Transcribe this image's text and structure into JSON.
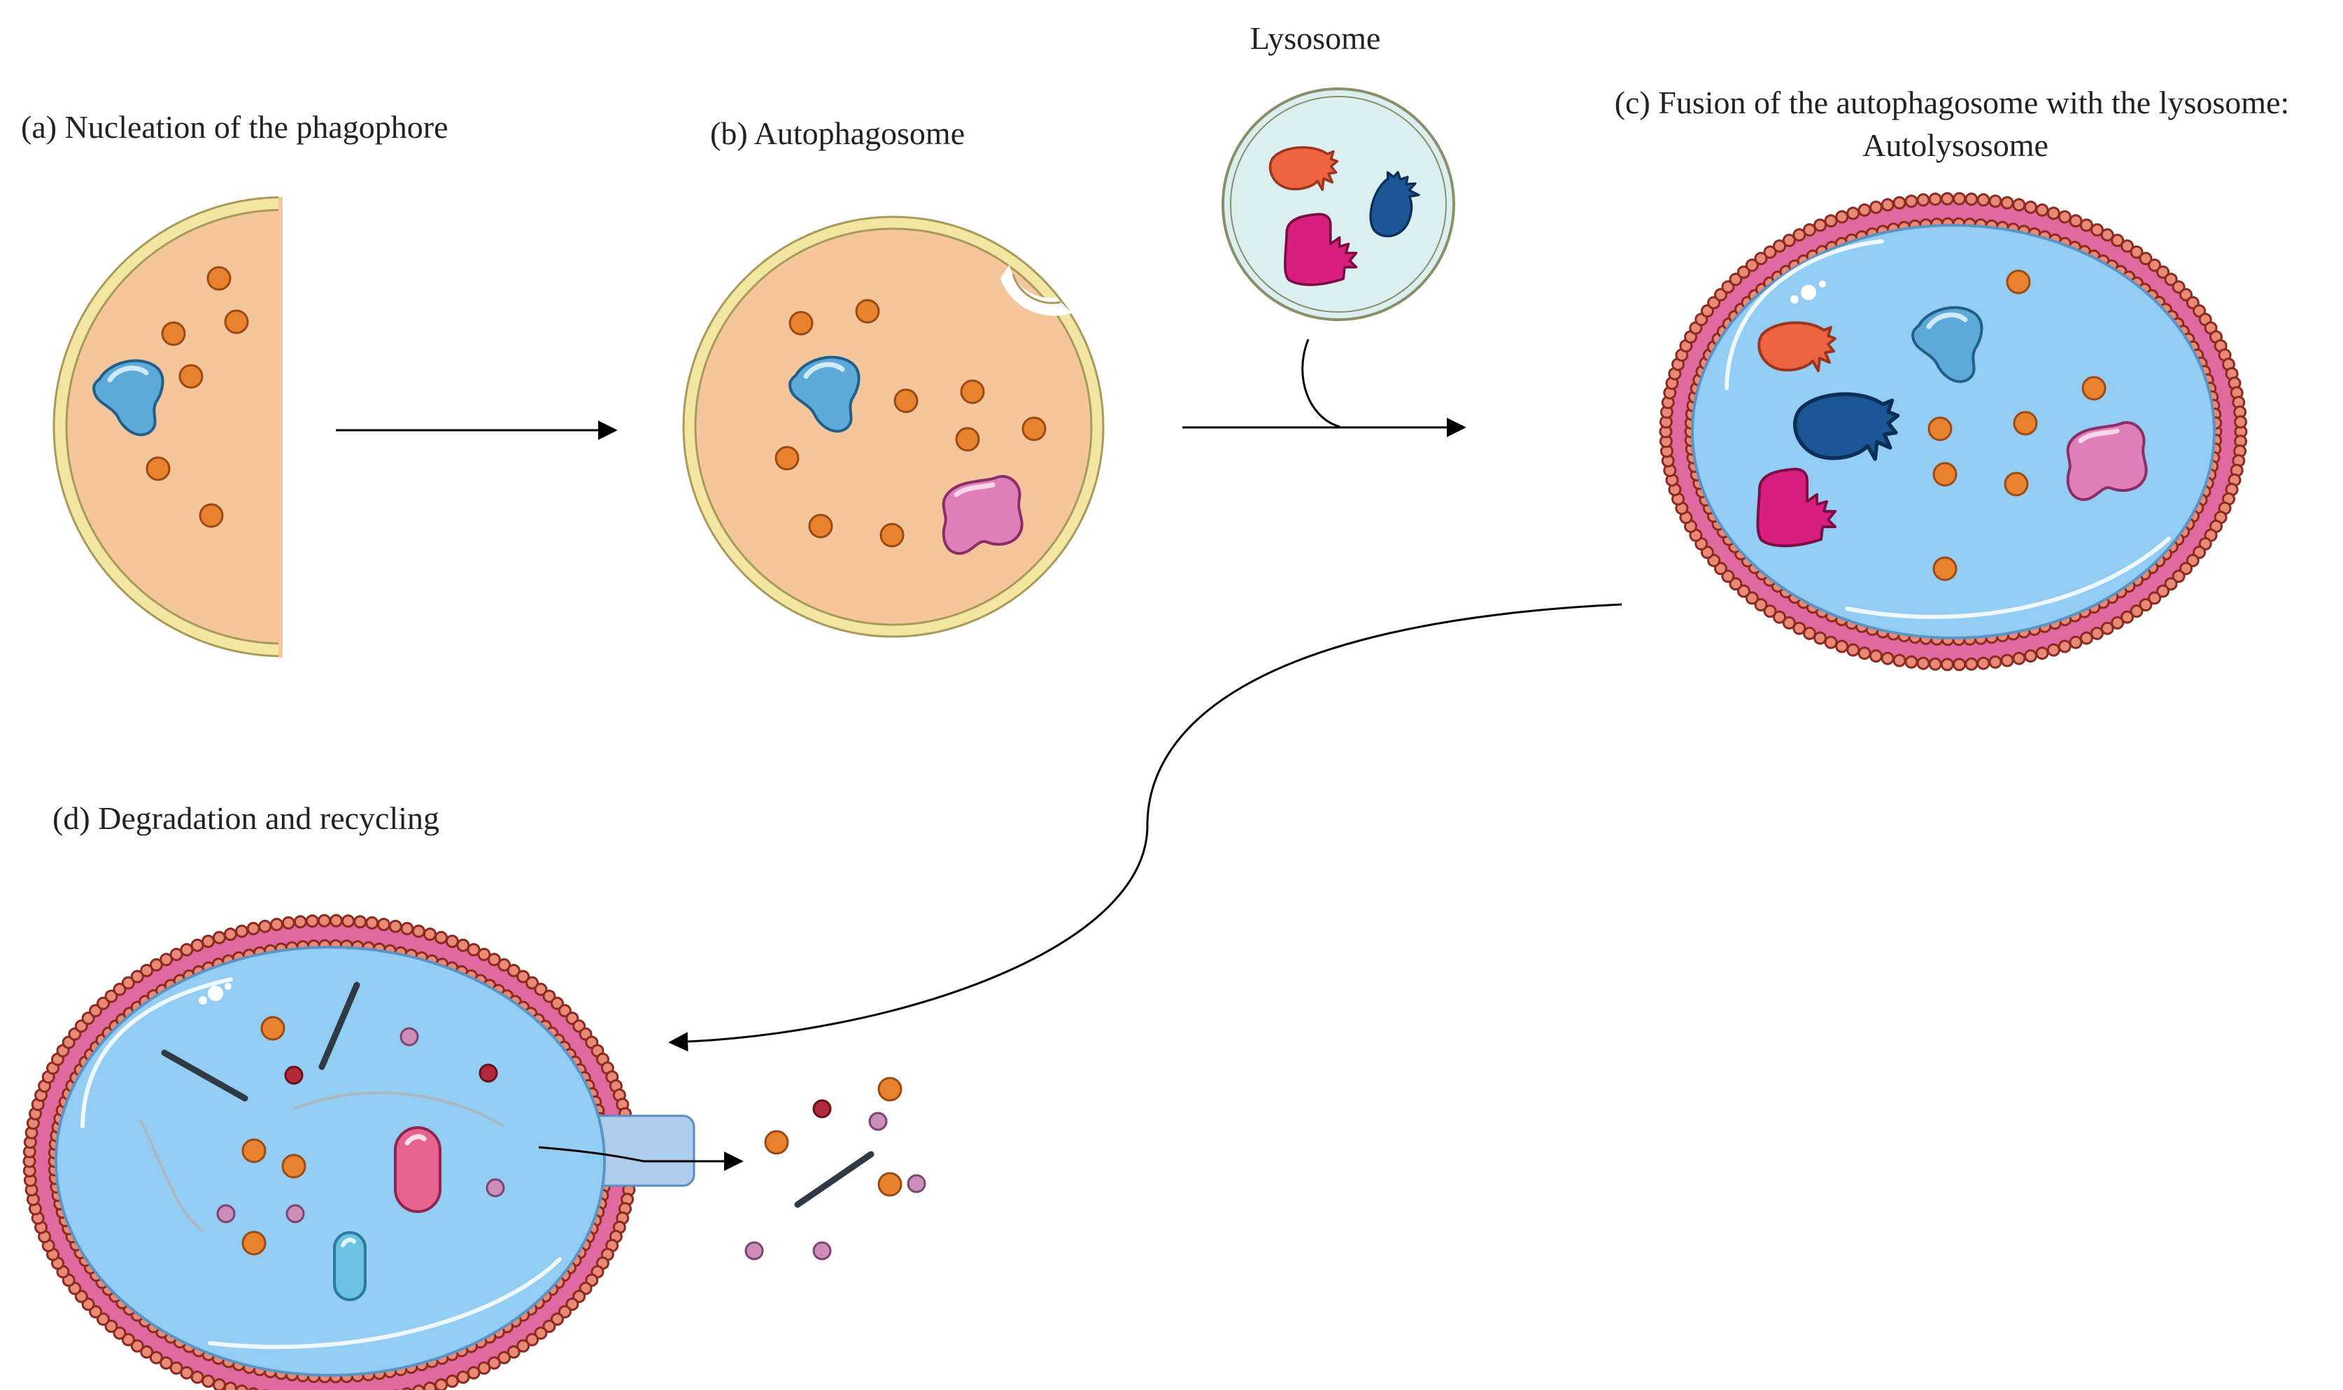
{
  "labels": {
    "a": "(a) Nucleation  of the phagophore",
    "b": "(b) Autophagosome",
    "lysosome": "Lysosome",
    "c_line1": "(c) Fusion  of the autophagosome  with the lysosome:",
    "c_line2": "Autolysosome",
    "d": "(d) Degradation  and recycling"
  },
  "colors": {
    "cytoplasm": "#f5c59c",
    "membrane": "#f3e5a2",
    "lumen": "#93cdf4",
    "lipid_head": "#e98a78",
    "lipid_stroke": "#8b2a1e",
    "lipid_tail": "#e06aa0",
    "lysosome_fill": "#dbeff1",
    "particle_orange": "#e8822e",
    "protein_blue": "#5da9d8",
    "protein_pink": "#e080b8",
    "enzyme_red": "#ee6440",
    "enzyme_navy": "#1b5796",
    "enzyme_magenta": "#d81f7e",
    "small_red": "#b3283a",
    "small_violet": "#cc8db9",
    "channel": "#aecdec",
    "arrow": "#000000"
  }
}
